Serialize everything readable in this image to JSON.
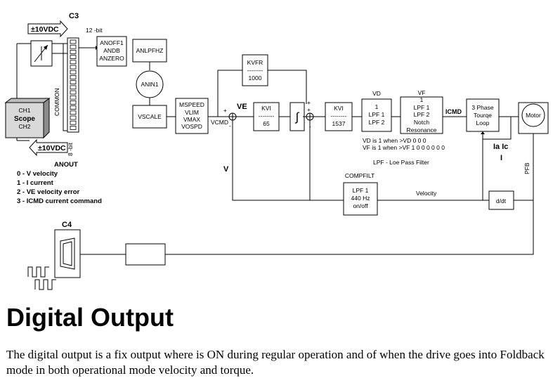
{
  "diagram": {
    "c3_title": "C3",
    "voltage_top": "±10VDC",
    "voltage_bottom": "±10VDC",
    "bits_12": "12 -bit",
    "bits_8": "8 -bit",
    "common": "COMMON",
    "scope": {
      "ch1": "CH1",
      "name": "Scope",
      "ch2": "CH2"
    },
    "anoff_block": [
      "ANOFF1",
      "ANDB",
      "ANZERO"
    ],
    "anlpfhz": "ANLPFHZ",
    "anin1": "ANIN1",
    "vscale": "VSCALE",
    "mspeed_block": [
      "MSPEED",
      "VLIM",
      "VMAX",
      "VOSPD"
    ],
    "vcmd": "VCMD",
    "plus": "+",
    "minus": "-",
    "ve": "VE",
    "kvfr": {
      "name": "KVFR",
      "dash": "--------",
      "value": "1000"
    },
    "kvi_a": {
      "name": "KVI",
      "dash": "--------",
      "value": "65"
    },
    "kvi_b": {
      "name": "KVI",
      "dash": "--------",
      "value": "1537"
    },
    "vd": {
      "label": "VD",
      "lines": [
        "1",
        "LPF 1",
        "LPF 2"
      ]
    },
    "vf": {
      "label": "VF",
      "lines": [
        "1",
        "LPF 1",
        "LPF 2",
        "Notch",
        "Resonance"
      ]
    },
    "icmd": "ICMD",
    "loop_block": [
      "3 Phase",
      "Tourqe",
      "Loop"
    ],
    "motor": "Motor",
    "ia_ic": "Ia Ic",
    "i_label": "I",
    "pfb": "PFB",
    "ddt": "d/dt",
    "notes": [
      "VD is 1 when >VD 0 0 0",
      "VF is 1 when >VF 1 0 0 0 0 0 0",
      "LPF - Loe Pass Filter"
    ],
    "compfilt": "COMPFILT",
    "lpf_block": [
      "LPF 1",
      "440 Hz",
      "on/off"
    ],
    "velocity": "Velocity",
    "v_label": "V",
    "anout": {
      "title": "ANOUT",
      "items": [
        "0 - V  velocity",
        "1 - I  current",
        "2 - VE  velocity error",
        "3 - ICMD  current command"
      ]
    },
    "c4_title": "C4"
  },
  "heading": "Digital Output",
  "paragraph": "The digital output is a fix output where is ON during regular operation and of when the drive goes into Foldback mode in both operational mode velocity and torque."
}
